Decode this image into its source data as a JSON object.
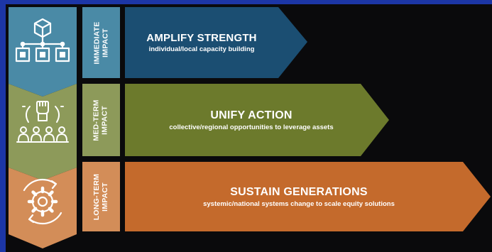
{
  "colors": {
    "frame": "#1c36a6",
    "background": "#0a0a0c",
    "row1_arrow": "#1b4e72",
    "row1_icon_bg": "#4a8aa6",
    "row2_arrow": "#6c7a2c",
    "row2_icon_bg": "#8d9a5a",
    "row3_arrow": "#c46a2c",
    "row3_icon_bg": "#d38d58"
  },
  "rows": [
    {
      "icon": "hierarchy-network-icon",
      "impact_lines": [
        "IMMEDIATE",
        "IMPACT"
      ],
      "title": "AMPLIFY STRENGTH",
      "subtitle": "individual/local capacity building"
    },
    {
      "icon": "fist-group-icon",
      "impact_lines": [
        "MED-TERM",
        "IMPACT"
      ],
      "title": "UNIFY ACTION",
      "subtitle": "collective/regional opportunities to leverage assets"
    },
    {
      "icon": "gear-cycle-icon",
      "impact_lines": [
        "LONG-TERM",
        "IMPACT"
      ],
      "title": "SUSTAIN GENERATIONS",
      "subtitle": "systemic/national systems change to scale equity solutions"
    }
  ]
}
